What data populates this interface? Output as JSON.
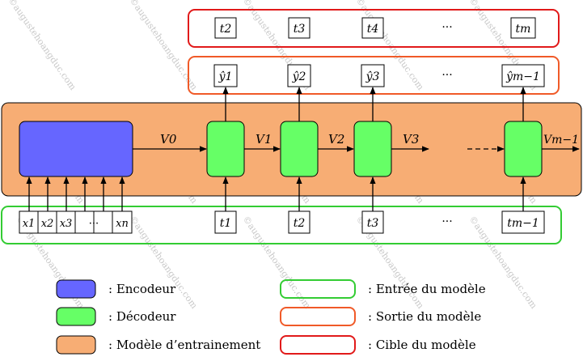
{
  "colors": {
    "encoder": "#6666ff",
    "decoder": "#66ff66",
    "training_model": "#f7ad74",
    "input_border": "#33cc33",
    "output_border": "#f05a28",
    "target_border": "#e11a1a"
  },
  "targets": [
    "t2",
    "t3",
    "t4",
    "···",
    "tm"
  ],
  "outputs": [
    "ŷ1",
    "ŷ2",
    "ŷ3",
    "···",
    "ŷm−1"
  ],
  "states": [
    "V0",
    "V1",
    "V2",
    "V3",
    "Vm−1"
  ],
  "decoder_inputs": [
    "t1",
    "t2",
    "t3",
    "···",
    "tm−1"
  ],
  "encoder_inputs": [
    "x1",
    "x2",
    "x3",
    "···",
    "xn"
  ],
  "legend": {
    "encoder": ": Encodeur",
    "decoder": ": Décodeur",
    "training_model": ": Modèle d’entrainement",
    "input": ": Entrée du modèle",
    "output": ": Sortie du modèle",
    "target": ": Cible du modèle"
  },
  "watermark": "©augustehoangduc.com"
}
